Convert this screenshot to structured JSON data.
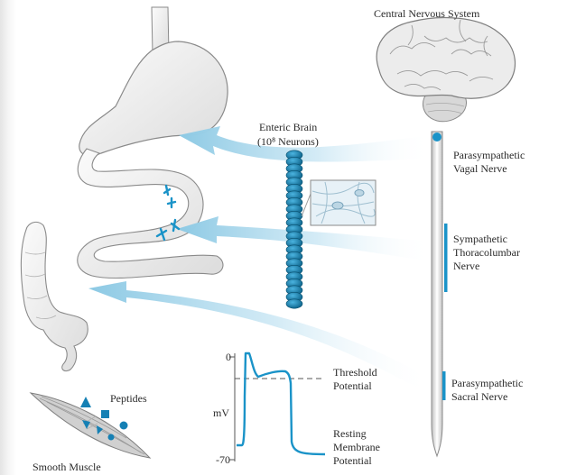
{
  "labels": {
    "cns": "Central Nervous System",
    "enteric_brain": "Enteric Brain",
    "enteric_count": "(10⁸ Neurons)",
    "parasympathetic_vagal": [
      "Parasympathetic",
      "Vagal Nerve"
    ],
    "sympathetic_thoracolumbar": [
      "Sympathetic",
      "Thoracolumbar",
      "Nerve"
    ],
    "parasympathetic_sacral": [
      "Parasympathetic",
      "Sacral Nerve"
    ],
    "peptides": "Peptides",
    "smooth_muscle": "Smooth Muscle"
  },
  "membrane_graph": {
    "ylabel": "mV",
    "tick_top": "0",
    "tick_bottom": "-70",
    "threshold": [
      "Threshold",
      "Potential"
    ],
    "resting": [
      "Resting",
      "Membrane",
      "Potential"
    ]
  },
  "colors": {
    "nerve_blue": "#1a93c8",
    "chain_blue": "#0c6e9a",
    "arrow_blue": "#8fcbe6",
    "organ_fill": "#efefef",
    "organ_stroke": "#8a8a8a"
  }
}
